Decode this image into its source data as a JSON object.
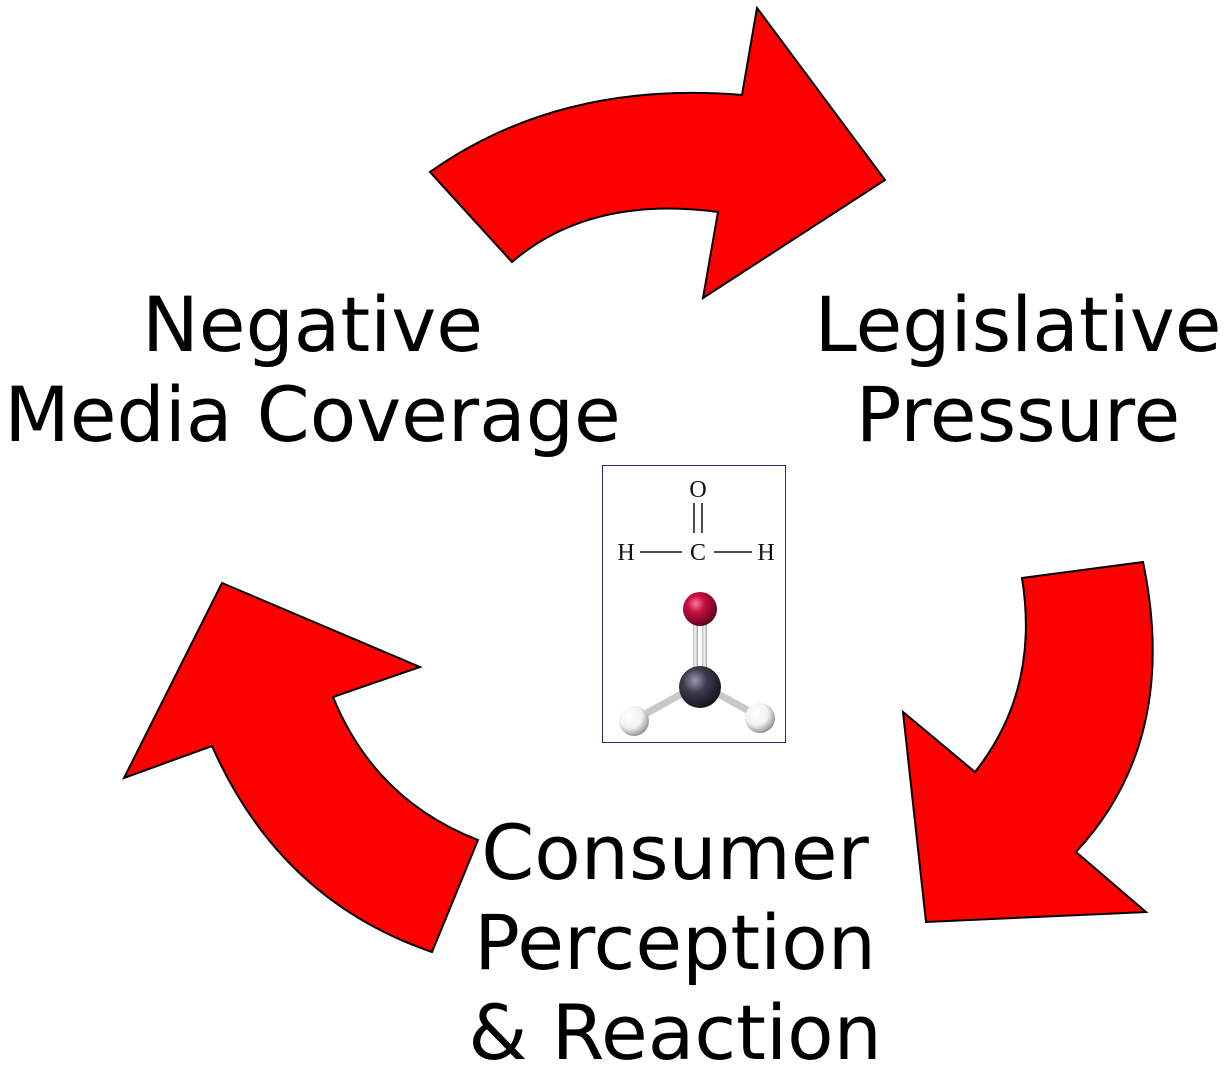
{
  "diagram": {
    "colors": {
      "arrow_fill": "#ff0000",
      "arrow_stroke": "#000000",
      "oxygen": "#c8123f",
      "carbon": "#3d3d4f",
      "hydrogen": "#f2f2f2",
      "image_border": "#2a2a6a"
    },
    "labels": {
      "media": {
        "line1": "Negative",
        "line2": "Media Coverage"
      },
      "legislative": {
        "line1": "Legislative",
        "line2": "Pressure"
      },
      "consumer": {
        "line1": "Consumer",
        "line2": "Perception",
        "line3": "& Reaction"
      }
    },
    "molecule": {
      "oxygen": "O",
      "carbon": "C",
      "hydrogen_left": "H",
      "hydrogen_right": "H"
    },
    "arrows": [
      "arrow-media-to-legislative",
      "arrow-legislative-to-consumer",
      "arrow-consumer-to-media"
    ]
  }
}
